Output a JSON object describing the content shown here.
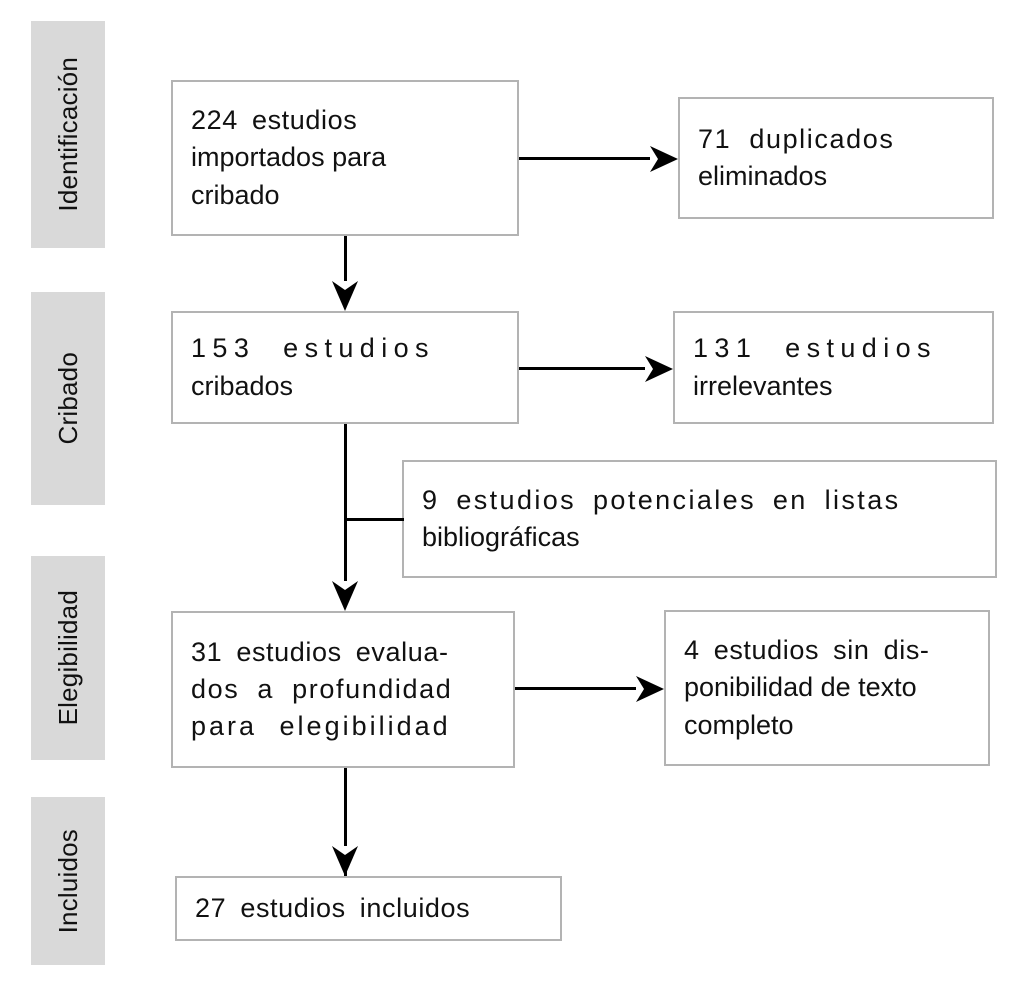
{
  "diagram": {
    "title": "PRISMA flow diagram",
    "language": "es",
    "colors": {
      "stage_bar_fill": "#d9d9d9",
      "node_border": "#b3b3b3",
      "node_fill": "#ffffff",
      "connector": "#000000",
      "text": "#111111",
      "background": "#ffffff"
    }
  },
  "stages": [
    {
      "id": "identificacion",
      "label": "Identificación"
    },
    {
      "id": "cribado",
      "label": "Cribado"
    },
    {
      "id": "elegibilidad",
      "label": "Elegibilidad"
    },
    {
      "id": "incluidos",
      "label": "Incluidos"
    }
  ],
  "nodes": {
    "imported": {
      "id": "imported",
      "count": 224,
      "text": "224 estudios importados para cribado",
      "lines": [
        "224 estudios",
        "importados para",
        "cribado"
      ]
    },
    "duplicates_removed": {
      "id": "duplicates_removed",
      "count": 71,
      "text": "71 duplicados eliminados",
      "lines": [
        "71 duplicados",
        "eliminados"
      ]
    },
    "screened": {
      "id": "screened",
      "count": 153,
      "text": "153 estudios cribados",
      "lines": [
        "153 estudios",
        "cribados"
      ]
    },
    "irrelevant": {
      "id": "irrelevant",
      "count": 131,
      "text": "131 estudios irrelevantes",
      "lines": [
        "131 estudios",
        "irrelevantes"
      ]
    },
    "from_reference_lists": {
      "id": "from_reference_lists",
      "count": 9,
      "text": "9 estudios potenciales en listas bibliográficas",
      "lines": [
        "9 estudios potenciales en listas",
        "bibliográficas"
      ]
    },
    "assessed": {
      "id": "assessed",
      "count": 31,
      "text": "31 estudios evaluados a profundidad para elegibilidad",
      "lines": [
        "31 estudios evalua-",
        "dos a profundidad",
        "para elegibilidad"
      ]
    },
    "no_fulltext": {
      "id": "no_fulltext",
      "count": 4,
      "text": "4 estudios sin disponibilidad de texto completo",
      "lines": [
        "4 estudios sin dis-",
        "ponibilidad de texto",
        "completo"
      ]
    },
    "included": {
      "id": "included",
      "count": 27,
      "text": "27 estudios incluidos",
      "lines": [
        "27 estudios incluidos"
      ]
    }
  },
  "chart_data": {
    "type": "diagram",
    "title": "PRISMA flow diagram",
    "stages": [
      "Identificación",
      "Cribado",
      "Elegibilidad",
      "Incluidos"
    ],
    "categories": [
      "224 estudios importados para cribado",
      "71 duplicados eliminados",
      "153 estudios cribados",
      "131 estudios irrelevantes",
      "9 estudios potenciales en listas bibliográficas",
      "31 estudios evaluados a profundidad para elegibilidad",
      "4 estudios sin disponibilidad de texto completo",
      "27 estudios incluidos"
    ],
    "values": [
      224,
      71,
      153,
      131,
      9,
      31,
      4,
      27
    ],
    "edges": [
      {
        "from": "imported",
        "to": "duplicates_removed",
        "kind": "arrow-right"
      },
      {
        "from": "imported",
        "to": "screened",
        "kind": "arrow-down"
      },
      {
        "from": "screened",
        "to": "irrelevant",
        "kind": "arrow-right"
      },
      {
        "from": "from_reference_lists",
        "to": "assessed",
        "kind": "line-join"
      },
      {
        "from": "screened",
        "to": "assessed",
        "kind": "arrow-down"
      },
      {
        "from": "assessed",
        "to": "no_fulltext",
        "kind": "arrow-right"
      },
      {
        "from": "assessed",
        "to": "included",
        "kind": "arrow-down"
      }
    ]
  }
}
